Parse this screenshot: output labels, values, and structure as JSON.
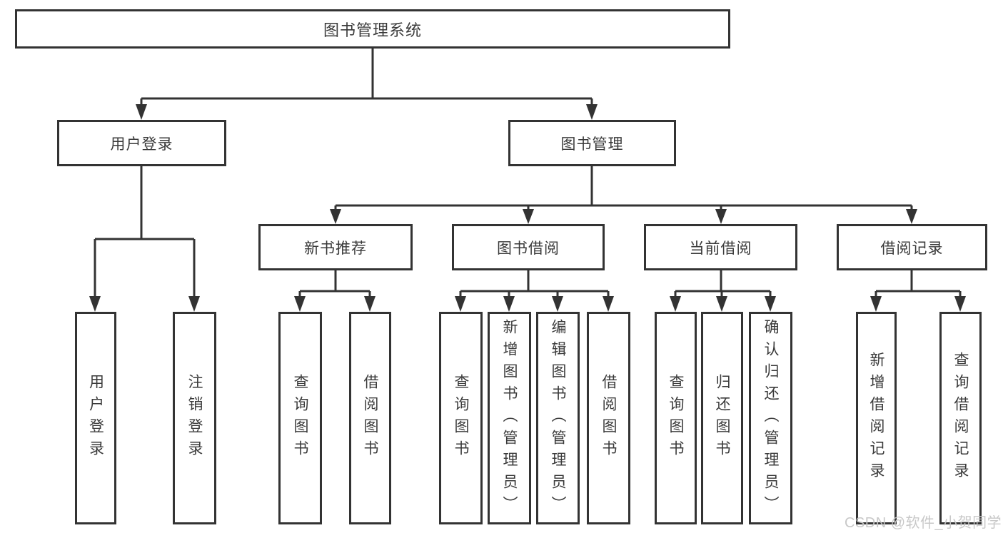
{
  "diagram": {
    "root": {
      "label": "图书管理系统"
    },
    "level2": {
      "user_login": {
        "label": "用户登录"
      },
      "book_management": {
        "label": "图书管理"
      }
    },
    "user_login_children": {
      "login": {
        "label": "用户登录"
      },
      "logout": {
        "label": "注销登录"
      }
    },
    "level3": {
      "new_book_recommend": {
        "label": "新书推荐"
      },
      "book_borrow": {
        "label": "图书借阅"
      },
      "current_borrow": {
        "label": "当前借阅"
      },
      "borrow_records": {
        "label": "借阅记录"
      }
    },
    "new_book_recommend_children": {
      "query_books": {
        "label": "查询图书"
      },
      "borrow_books": {
        "label": "借阅图书"
      }
    },
    "book_borrow_children": {
      "query_books": {
        "label": "查询图书"
      },
      "add_books": {
        "label": "新增图书（管理员）"
      },
      "edit_books": {
        "label": "编辑图书（管理员）"
      },
      "borrow_books": {
        "label": "借阅图书"
      }
    },
    "current_borrow_children": {
      "query_books": {
        "label": "查询图书"
      },
      "return_books": {
        "label": "归还图书"
      },
      "confirm_return": {
        "label": "确认归还（管理员）"
      }
    },
    "borrow_records_children": {
      "add_record": {
        "label": "新增借阅记录"
      },
      "query_record": {
        "label": "查询借阅记录"
      }
    }
  },
  "watermark": {
    "text": "CSDN @软件_小贺同学"
  },
  "colors": {
    "line": "#333333",
    "text": "#3a3a3a",
    "watermark": "#c5c5c5",
    "background": "#ffffff"
  }
}
